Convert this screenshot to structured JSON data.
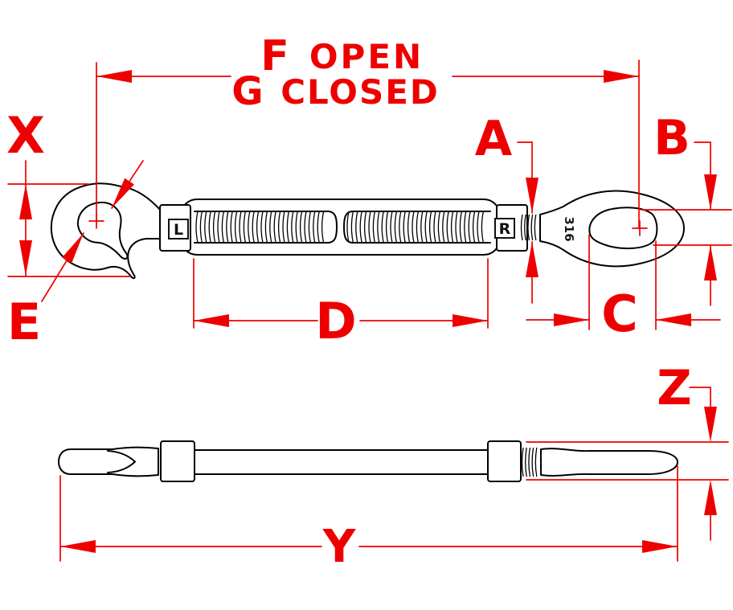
{
  "labels": {
    "f": "F",
    "open": "OPEN",
    "g": "G",
    "closed": "CLOSED",
    "x": "X",
    "e": "E",
    "a": "A",
    "b": "B",
    "c": "C",
    "d": "D",
    "y": "Y",
    "z": "Z",
    "left_thread": "L",
    "right_thread": "R",
    "material": "316"
  },
  "colors": {
    "dimension": "#ee0000",
    "outline": "#000000",
    "background": "#ffffff"
  }
}
